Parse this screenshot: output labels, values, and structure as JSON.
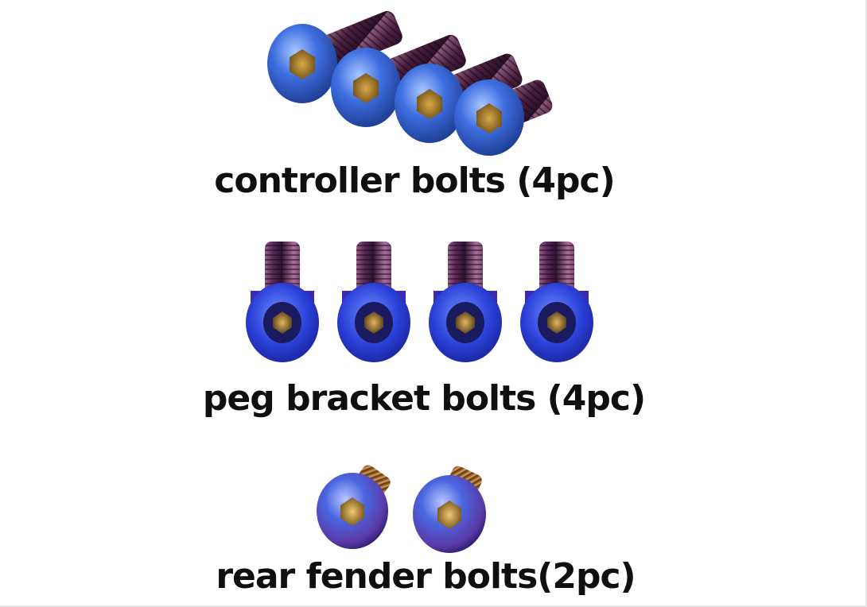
{
  "sections": [
    {
      "caption": "controller bolts (4pc)"
    },
    {
      "caption": "peg bracket bolts (4pc)"
    },
    {
      "caption": "rear fender bolts(2pc)"
    }
  ],
  "colors": {
    "bolt_head_blue": "#2f5fd6",
    "bolt_thread_purple": "#5a2a50",
    "bolt_thread_bronze": "#b8782c",
    "hex_socket_gold": "#9a7420",
    "caption_text": "#0f0f0f"
  }
}
